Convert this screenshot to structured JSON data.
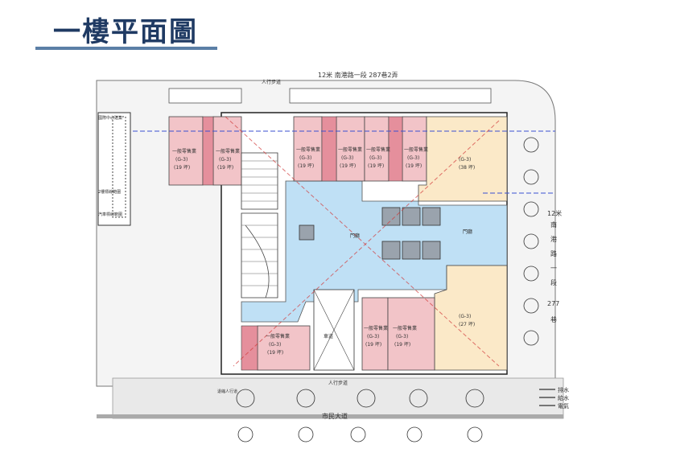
{
  "title": "一樓平面圖",
  "colors": {
    "title": "#1f3a63",
    "title_rule": "#5b7fa6",
    "public_area": "#bfe0f5",
    "shop_pink": "#f2c4c8",
    "shop_pink_dark": "#e58f9c",
    "shop_yellow": "#fbe9c8",
    "dashed_red": "#d23a3a",
    "dashed_blue": "#3a4fd2"
  },
  "streets": {
    "top": "12米 南港路一段 287巷2弄",
    "right": [
      "12米",
      "南",
      "港",
      "路",
      "一",
      "段",
      "277",
      "巷"
    ],
    "bottom": "市民大道"
  },
  "rooms": {
    "unit_label": "一般零售業",
    "unit_code": "(G-3)",
    "unit_area": "(19 坪)",
    "large_left_code": "(G-3)",
    "large_left_area": "(38 坪)",
    "large_right_code": "(G-3)",
    "large_right_area": "(27 坪)",
    "lobby": "門廳",
    "ramp": "車道",
    "sidewalk": "人行步道"
  },
  "legend": {
    "items": [
      "排水",
      "給水",
      "電氣"
    ]
  },
  "small_notes": {
    "left_top": "國際中心建築",
    "left_mid": "2樓標線範圍",
    "left_low": "汽車標線範圍",
    "bottom_left": "退縮人行道"
  }
}
